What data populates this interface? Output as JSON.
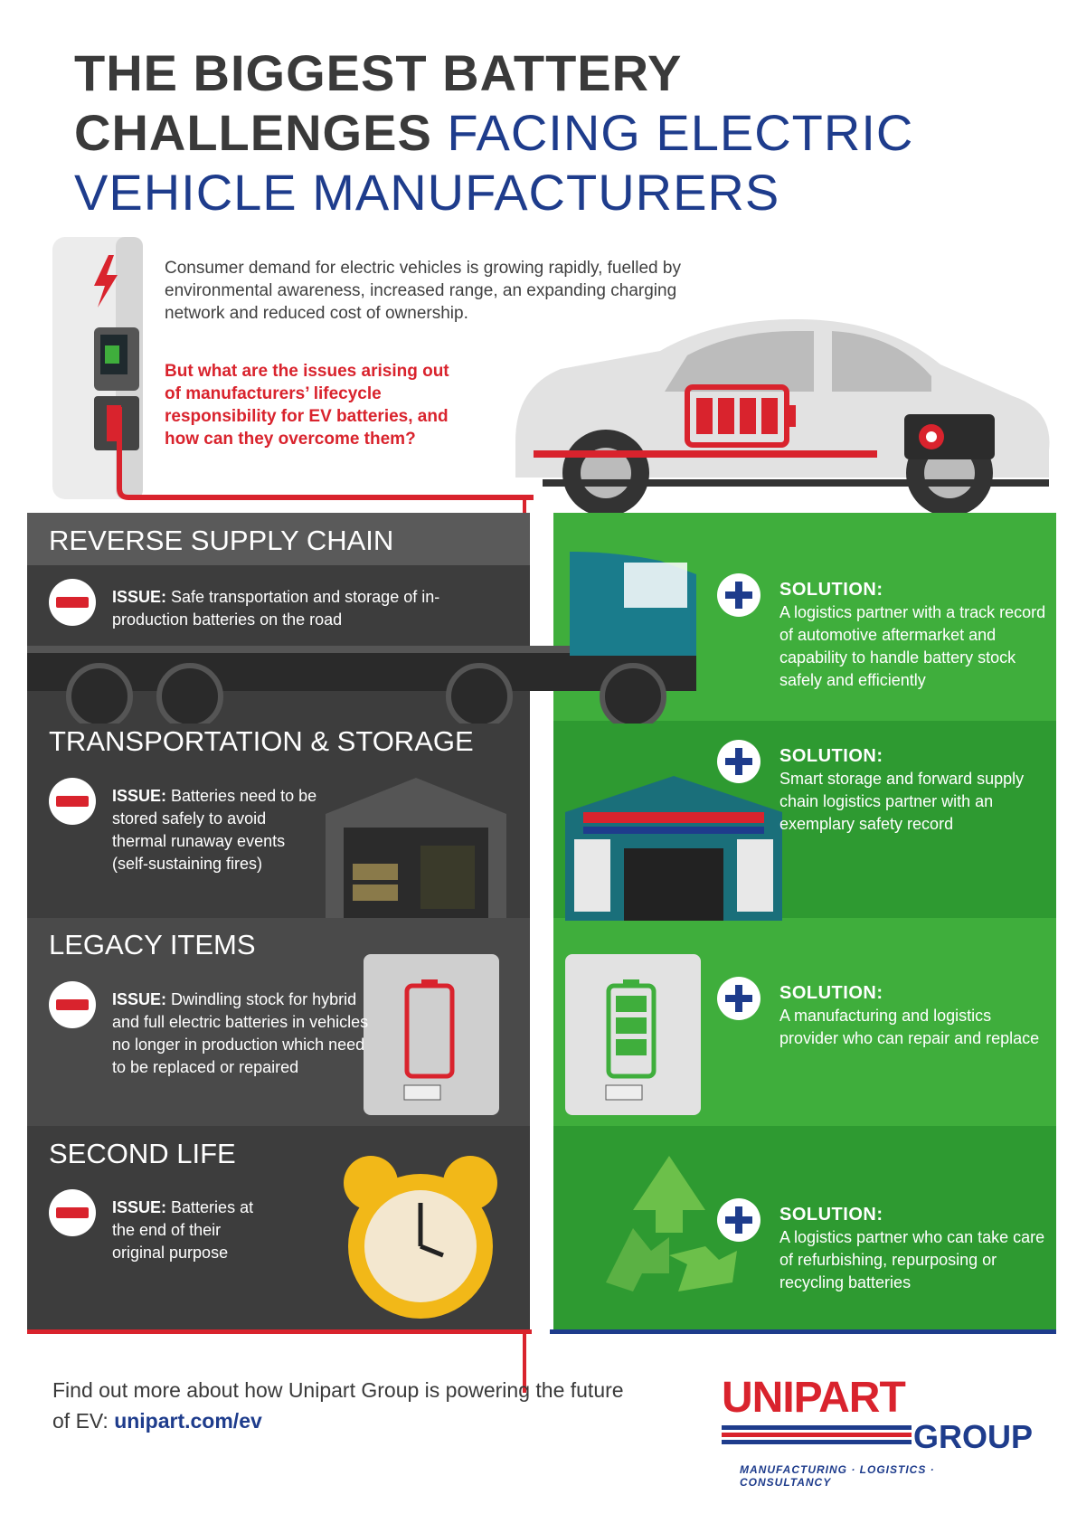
{
  "title": {
    "line1": "THE BIGGEST BATTERY",
    "line2_bold": "CHALLENGES",
    "line2_light": " FACING ELECTRIC",
    "line3": "VEHICLE MANUFACTURERS"
  },
  "intro": "Consumer demand for electric vehicles is growing rapidly, fuelled by environmental awareness, increased range, an expanding charging network and reduced cost of ownership.",
  "question": "But what are the issues arising out of manufacturers’ lifecycle responsibility for EV batteries, and how can they overcome them?",
  "colors": {
    "red": "#d9232d",
    "navy": "#1e3c8c",
    "dark_grey": "#3d3d3d",
    "green": "#3fae3c"
  },
  "sections": [
    {
      "title": "REVERSE SUPPLY CHAIN",
      "issue_label": "ISSUE:",
      "issue_text": "Safe transportation and storage of in-production batteries on the road",
      "solution_label": "SOLUTION:",
      "solution_text": "A logistics partner with a track record of automotive aftermarket and capability to handle battery stock safely and efficiently",
      "icon": "truck-icon"
    },
    {
      "title": "TRANSPORTATION & STORAGE",
      "issue_label": "ISSUE:",
      "issue_text": "Batteries need to be stored safely to avoid thermal runaway events (self-sustaining fires)",
      "solution_label": "SOLUTION:",
      "solution_text": "Smart storage and forward supply chain logistics partner with an exemplary safety record",
      "icon": "warehouse-icon"
    },
    {
      "title": "LEGACY ITEMS",
      "issue_label": "ISSUE:",
      "issue_text": "Dwindling stock for hybrid and full electric batteries in vehicles no longer in production which need to be replaced or repaired",
      "solution_label": "SOLUTION:",
      "solution_text": "A manufacturing and logistics provider who can repair and replace",
      "icon": "battery-pack-icon"
    },
    {
      "title": "SECOND LIFE",
      "issue_label": "ISSUE:",
      "issue_text": "Batteries at the end of their original purpose",
      "solution_label": "SOLUTION:",
      "solution_text": "A logistics partner who can take care of refurbishing, repurposing or recycling batteries",
      "icon": "recycle-icon"
    }
  ],
  "footer": {
    "text": "Find out more about how Unipart Group is powering the future of EV: ",
    "link": "unipart.com/ev"
  },
  "logo": {
    "word1": "UNIPART",
    "word2": "GROUP",
    "tagline": "MANUFACTURING · LOGISTICS · CONSULTANCY"
  }
}
